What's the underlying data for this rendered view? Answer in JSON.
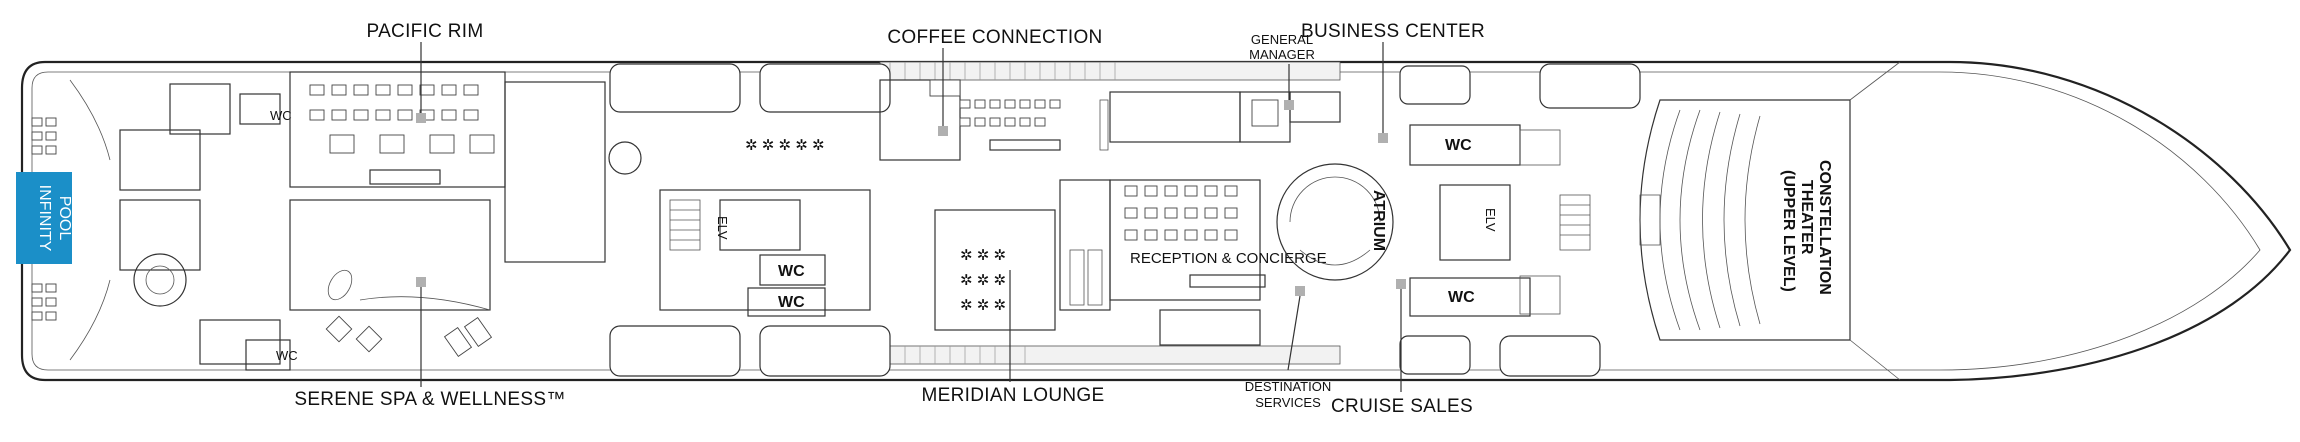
{
  "labels": {
    "pacific_rim": "PACIFIC RIM",
    "coffee_connection": "COFFEE CONNECTION",
    "general_manager_1": "GENERAL",
    "general_manager_2": "MANAGER",
    "business_center": "BUSINESS CENTER",
    "serene_spa": "SERENE SPA & WELLNESS™",
    "meridian_lounge": "MERIDIAN LOUNGE",
    "destination_services_1": "DESTINATION",
    "destination_services_2": "SERVICES",
    "cruise_sales": "CRUISE SALES",
    "infinity_pool_1": "INFINITY",
    "infinity_pool_2": "POOL",
    "reception_concierge": "RECEPTION & CONCIERGE",
    "atrium": "ATRIUM",
    "constellation_1": "CONSTELLATION",
    "constellation_2": "THEATER",
    "constellation_3": "(UPPER LEVEL)",
    "wc": "WC",
    "elv": "ELV"
  },
  "colors": {
    "pool": "#1b8fc8",
    "marker": "#b0b0b0",
    "outline": "#222222"
  }
}
